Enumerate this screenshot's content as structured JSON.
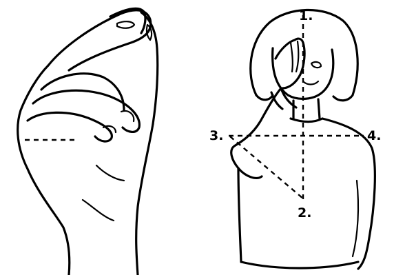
{
  "labels": {
    "one": "1.",
    "two": "2.",
    "three": "3.",
    "four": "4."
  },
  "colors": {
    "ink": "#000000",
    "background": "#ffffff"
  }
}
